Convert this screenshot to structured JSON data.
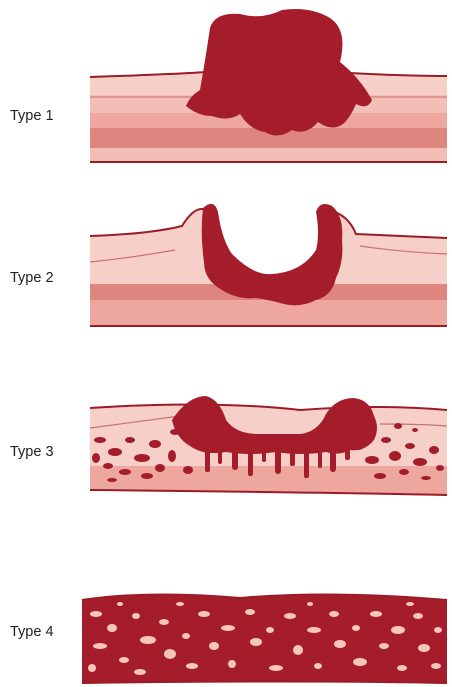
{
  "labels": {
    "type1": "Type 1",
    "type2": "Type 2",
    "type3": "Type 3",
    "type4": "Type 4"
  },
  "colors": {
    "tumor": "#a51d2a",
    "tissue_light": "#f6d0c8",
    "tissue_mid": "#eea79f",
    "tissue_dark": "#df8580",
    "outline": "#9a1c27"
  }
}
